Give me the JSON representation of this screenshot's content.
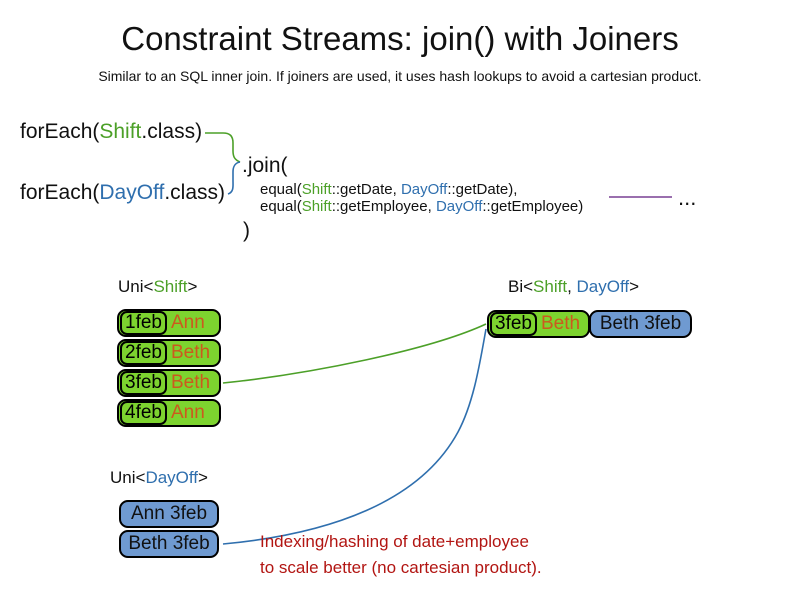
{
  "slide": {
    "title": "Constraint Streams: join() with Joiners",
    "subtitle": "Similar to an SQL inner join. If joiners are used, it uses hash lookups to avoid a cartesian product."
  },
  "code": {
    "foreach_shift": {
      "p1": "forEach(",
      "cls": "Shift",
      "p2": ".class)"
    },
    "foreach_dayoff": {
      "p1": "forEach(",
      "cls": "DayOff",
      "p2": ".class)"
    },
    "join_open": ".join(",
    "joiner_date": {
      "p1": "equal(",
      "shift": "Shift",
      "p2": "::getDate, ",
      "dayoff": "DayOff",
      "p3": "::getDate),"
    },
    "joiner_employee": {
      "p1": "equal(",
      "shift": "Shift",
      "p2": "::getEmployee, ",
      "dayoff": "DayOff",
      "p3": "::getEmployee)"
    },
    "join_close": ")",
    "more_joiners_ellipsis": "..."
  },
  "tables": {
    "uni_shift": {
      "label": {
        "p1": "Uni<",
        "type": "Shift",
        "p2": ">"
      },
      "rows": [
        {
          "date": "1feb",
          "employee": "Ann"
        },
        {
          "date": "2feb",
          "employee": "Beth"
        },
        {
          "date": "3feb",
          "employee": "Beth"
        },
        {
          "date": "4feb",
          "employee": "Ann"
        }
      ]
    },
    "uni_dayoff": {
      "label": {
        "p1": "Uni<",
        "type": "DayOff",
        "p2": ">"
      },
      "rows": [
        {
          "text": "Ann 3feb"
        },
        {
          "text": "Beth 3feb"
        }
      ]
    },
    "bi": {
      "label": {
        "p1": "Bi<",
        "type1": "Shift",
        "sep": ", ",
        "type2": "DayOff",
        "p2": ">"
      },
      "shift_fact": {
        "date": "3feb",
        "employee": "Beth"
      },
      "dayoff_fact": "Beth 3feb"
    }
  },
  "note": {
    "line1": "Indexing/hashing of date+employee",
    "line2": "to scale better (no cartesian product)."
  },
  "colors": {
    "shift-green-text": "#4ca028",
    "shift-green-fill": "#7dd32f",
    "dayoff-blue-text": "#2f6fae",
    "dayoff-blue-fill": "#6f9ad1",
    "employee-orange": "#cc5a1e",
    "note-red": "#b21512",
    "joiner-purple": "#9a6fae"
  }
}
